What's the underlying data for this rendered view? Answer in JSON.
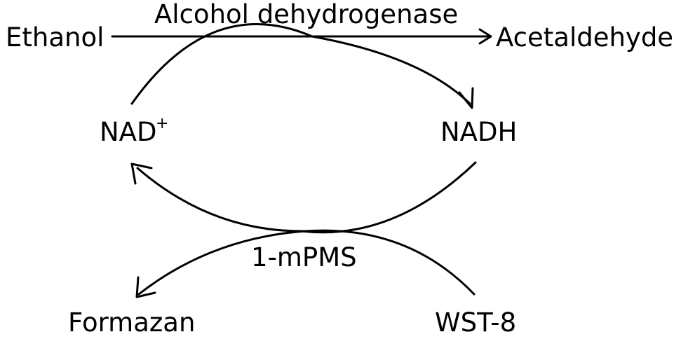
{
  "reaction": {
    "substrate": "Ethanol",
    "product": "Acetaldehyde",
    "enzyme": "Alcohol dehydrogenase"
  },
  "cofactor": {
    "oxidized_base": "NAD",
    "oxidized_sup": "+",
    "reduced": "NADH"
  },
  "mediator": "1-mPMS",
  "dye": {
    "reactant": "WST-8",
    "product": "Formazan"
  }
}
